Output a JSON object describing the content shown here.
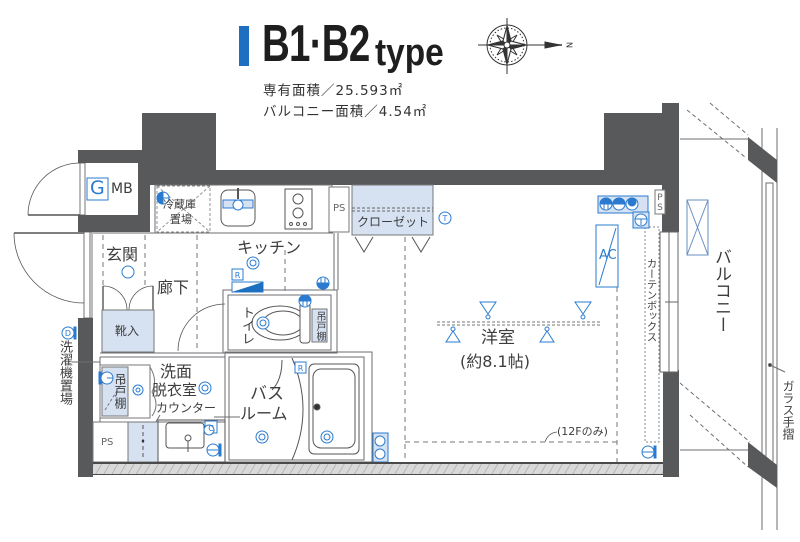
{
  "header": {
    "title_main": "B1·B2",
    "title_suffix": "type",
    "private_area": "専有面積／25.593㎡",
    "balcony_area": "バルコニー面積／4.54㎡",
    "compass_north": "N"
  },
  "colors": {
    "accent_blue": "#1f6fc0",
    "wall": "#58595b",
    "fixture_blue": "#2a7bd0",
    "fill_blue": "#d6e1f2"
  },
  "plan": {
    "meter_box": {
      "gas_symbol": "G",
      "label": "MB"
    },
    "fridge_space": [
      "冷蔵庫",
      "置場"
    ],
    "kitchen": "キッチン",
    "entrance": "玄関",
    "hallway": "廊下",
    "shoe_cabinet": "靴入",
    "toilet": "トイレ",
    "toilet_wall_cabinet": "吊戸棚",
    "laundry_space": "洗濯機置場",
    "wash_wall_cabinet": "吊戸棚",
    "washroom": [
      "洗面",
      "脱衣室"
    ],
    "counter": "カウンター",
    "bathroom": [
      "バス",
      "ルーム"
    ],
    "pipe_spaces": [
      "PS",
      "PS",
      "PS"
    ],
    "closet": "クローゼット",
    "western_room": {
      "name": "洋室",
      "size": "(約8.1帖)"
    },
    "note_12f": "(12Fのみ)",
    "air_conditioner": "AC",
    "curtain_box": "カーテンボックス",
    "balcony": "バルコニー",
    "glass_railing": "ガラス手摺",
    "outlet_marks": {
      "d": "D",
      "c": "C",
      "t": "T",
      "r1": "R",
      "r2": "R"
    }
  }
}
